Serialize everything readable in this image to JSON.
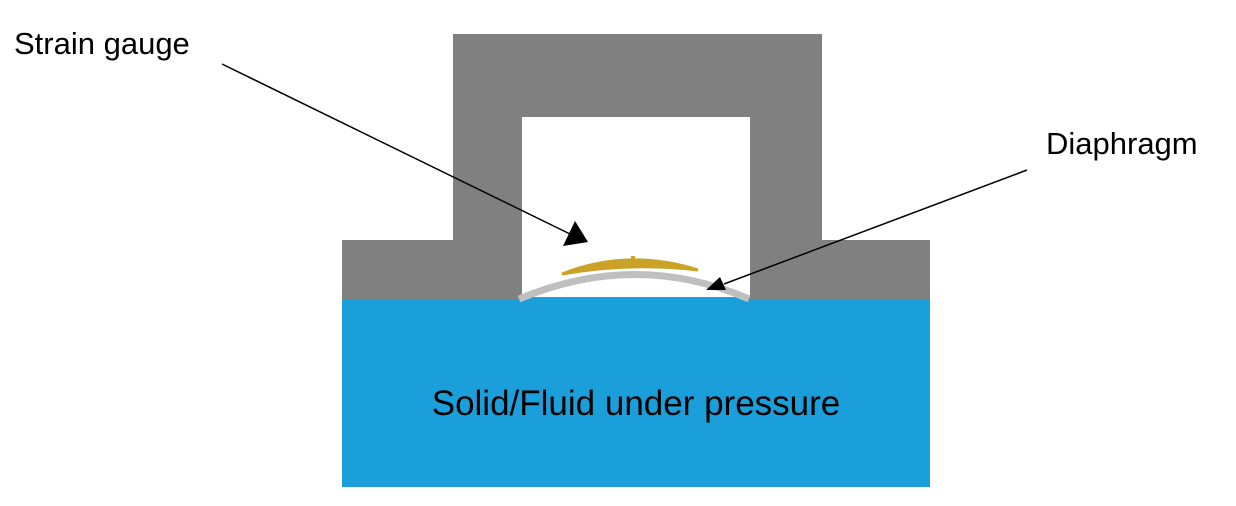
{
  "labels": {
    "strain_gauge": "Strain gauge",
    "diaphragm": "Diaphragm",
    "medium": "Solid/Fluid under pressure"
  },
  "colors": {
    "housing": "#808080",
    "fluid": "#1b9fdb",
    "diaphragm": "#bfbfbf",
    "gauge": "#c9a227",
    "line": "#000000",
    "background": "#ffffff"
  }
}
